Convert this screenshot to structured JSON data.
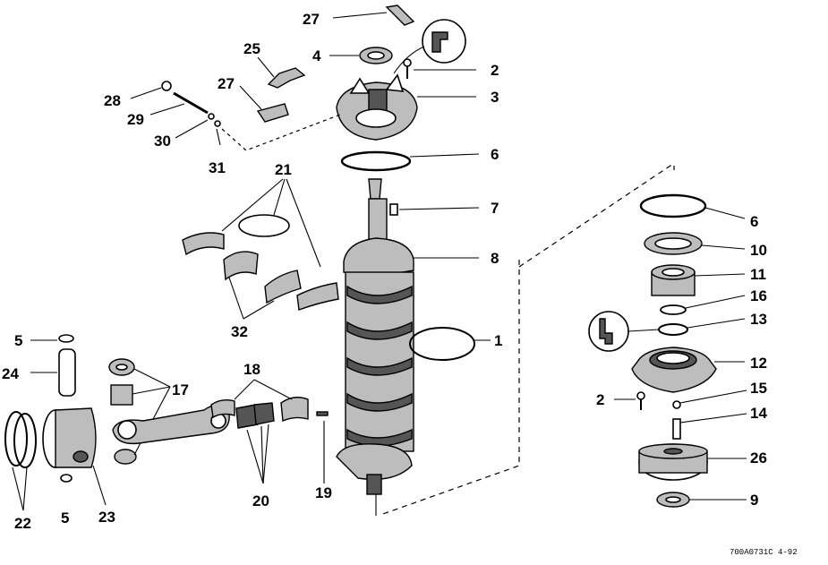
{
  "diagram": {
    "callouts": {
      "c27_top": "27",
      "c25": "25",
      "c4": "4",
      "c2_top": "2",
      "c3": "3",
      "c27_left": "27",
      "c28": "28",
      "c29": "29",
      "c30": "30",
      "c31": "31",
      "c6_mid": "6",
      "c21": "21",
      "c7": "7",
      "c8": "8",
      "c1": "1",
      "c32": "32",
      "c5_top": "5",
      "c24": "24",
      "c17": "17",
      "c18": "18",
      "c22": "22",
      "c5_bot": "5",
      "c23": "23",
      "c20": "20",
      "c19": "19",
      "c6_right": "6",
      "c10": "10",
      "c11": "11",
      "c16": "16",
      "c13": "13",
      "c12": "12",
      "c2_right": "2",
      "c15": "15",
      "c14": "14",
      "c26": "26",
      "c9": "9"
    },
    "figure_code": "700A0731C  4-92"
  }
}
